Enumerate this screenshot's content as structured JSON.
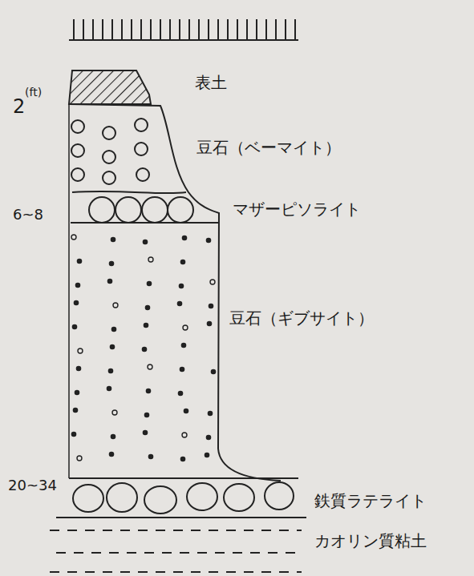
{
  "diagram": {
    "labels": [
      "表土",
      "2",
      "(ft)",
      "豆石（ベーマイト）",
      "6~8",
      "マザーピソライト",
      "豆石（ギブサイト）",
      "20~34",
      "鉄質ラテライト",
      "カオリン質粘土"
    ]
  }
}
